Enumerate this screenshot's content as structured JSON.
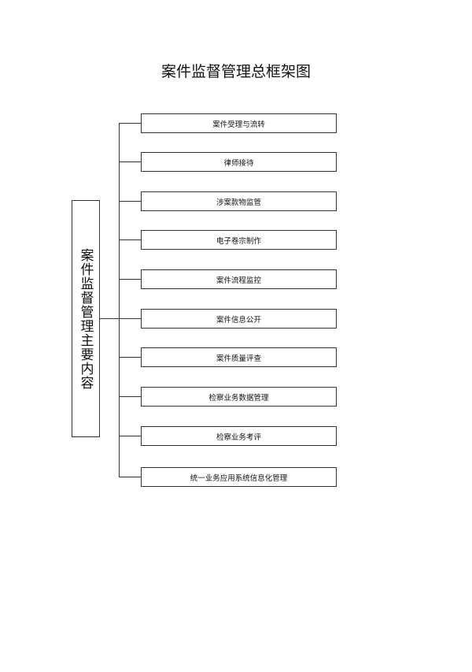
{
  "title": "案件监督管理总框架图",
  "root": "案件监督管理主要内容",
  "items": [
    "案件受理与流转",
    "律师接待",
    "涉案款物监管",
    "电子卷宗制作",
    "案件流程监控",
    "案件信息公开",
    "案件质量评查",
    "检察业务数据管理",
    "检察业务考评",
    "统一业务应用系统信息化管理"
  ]
}
